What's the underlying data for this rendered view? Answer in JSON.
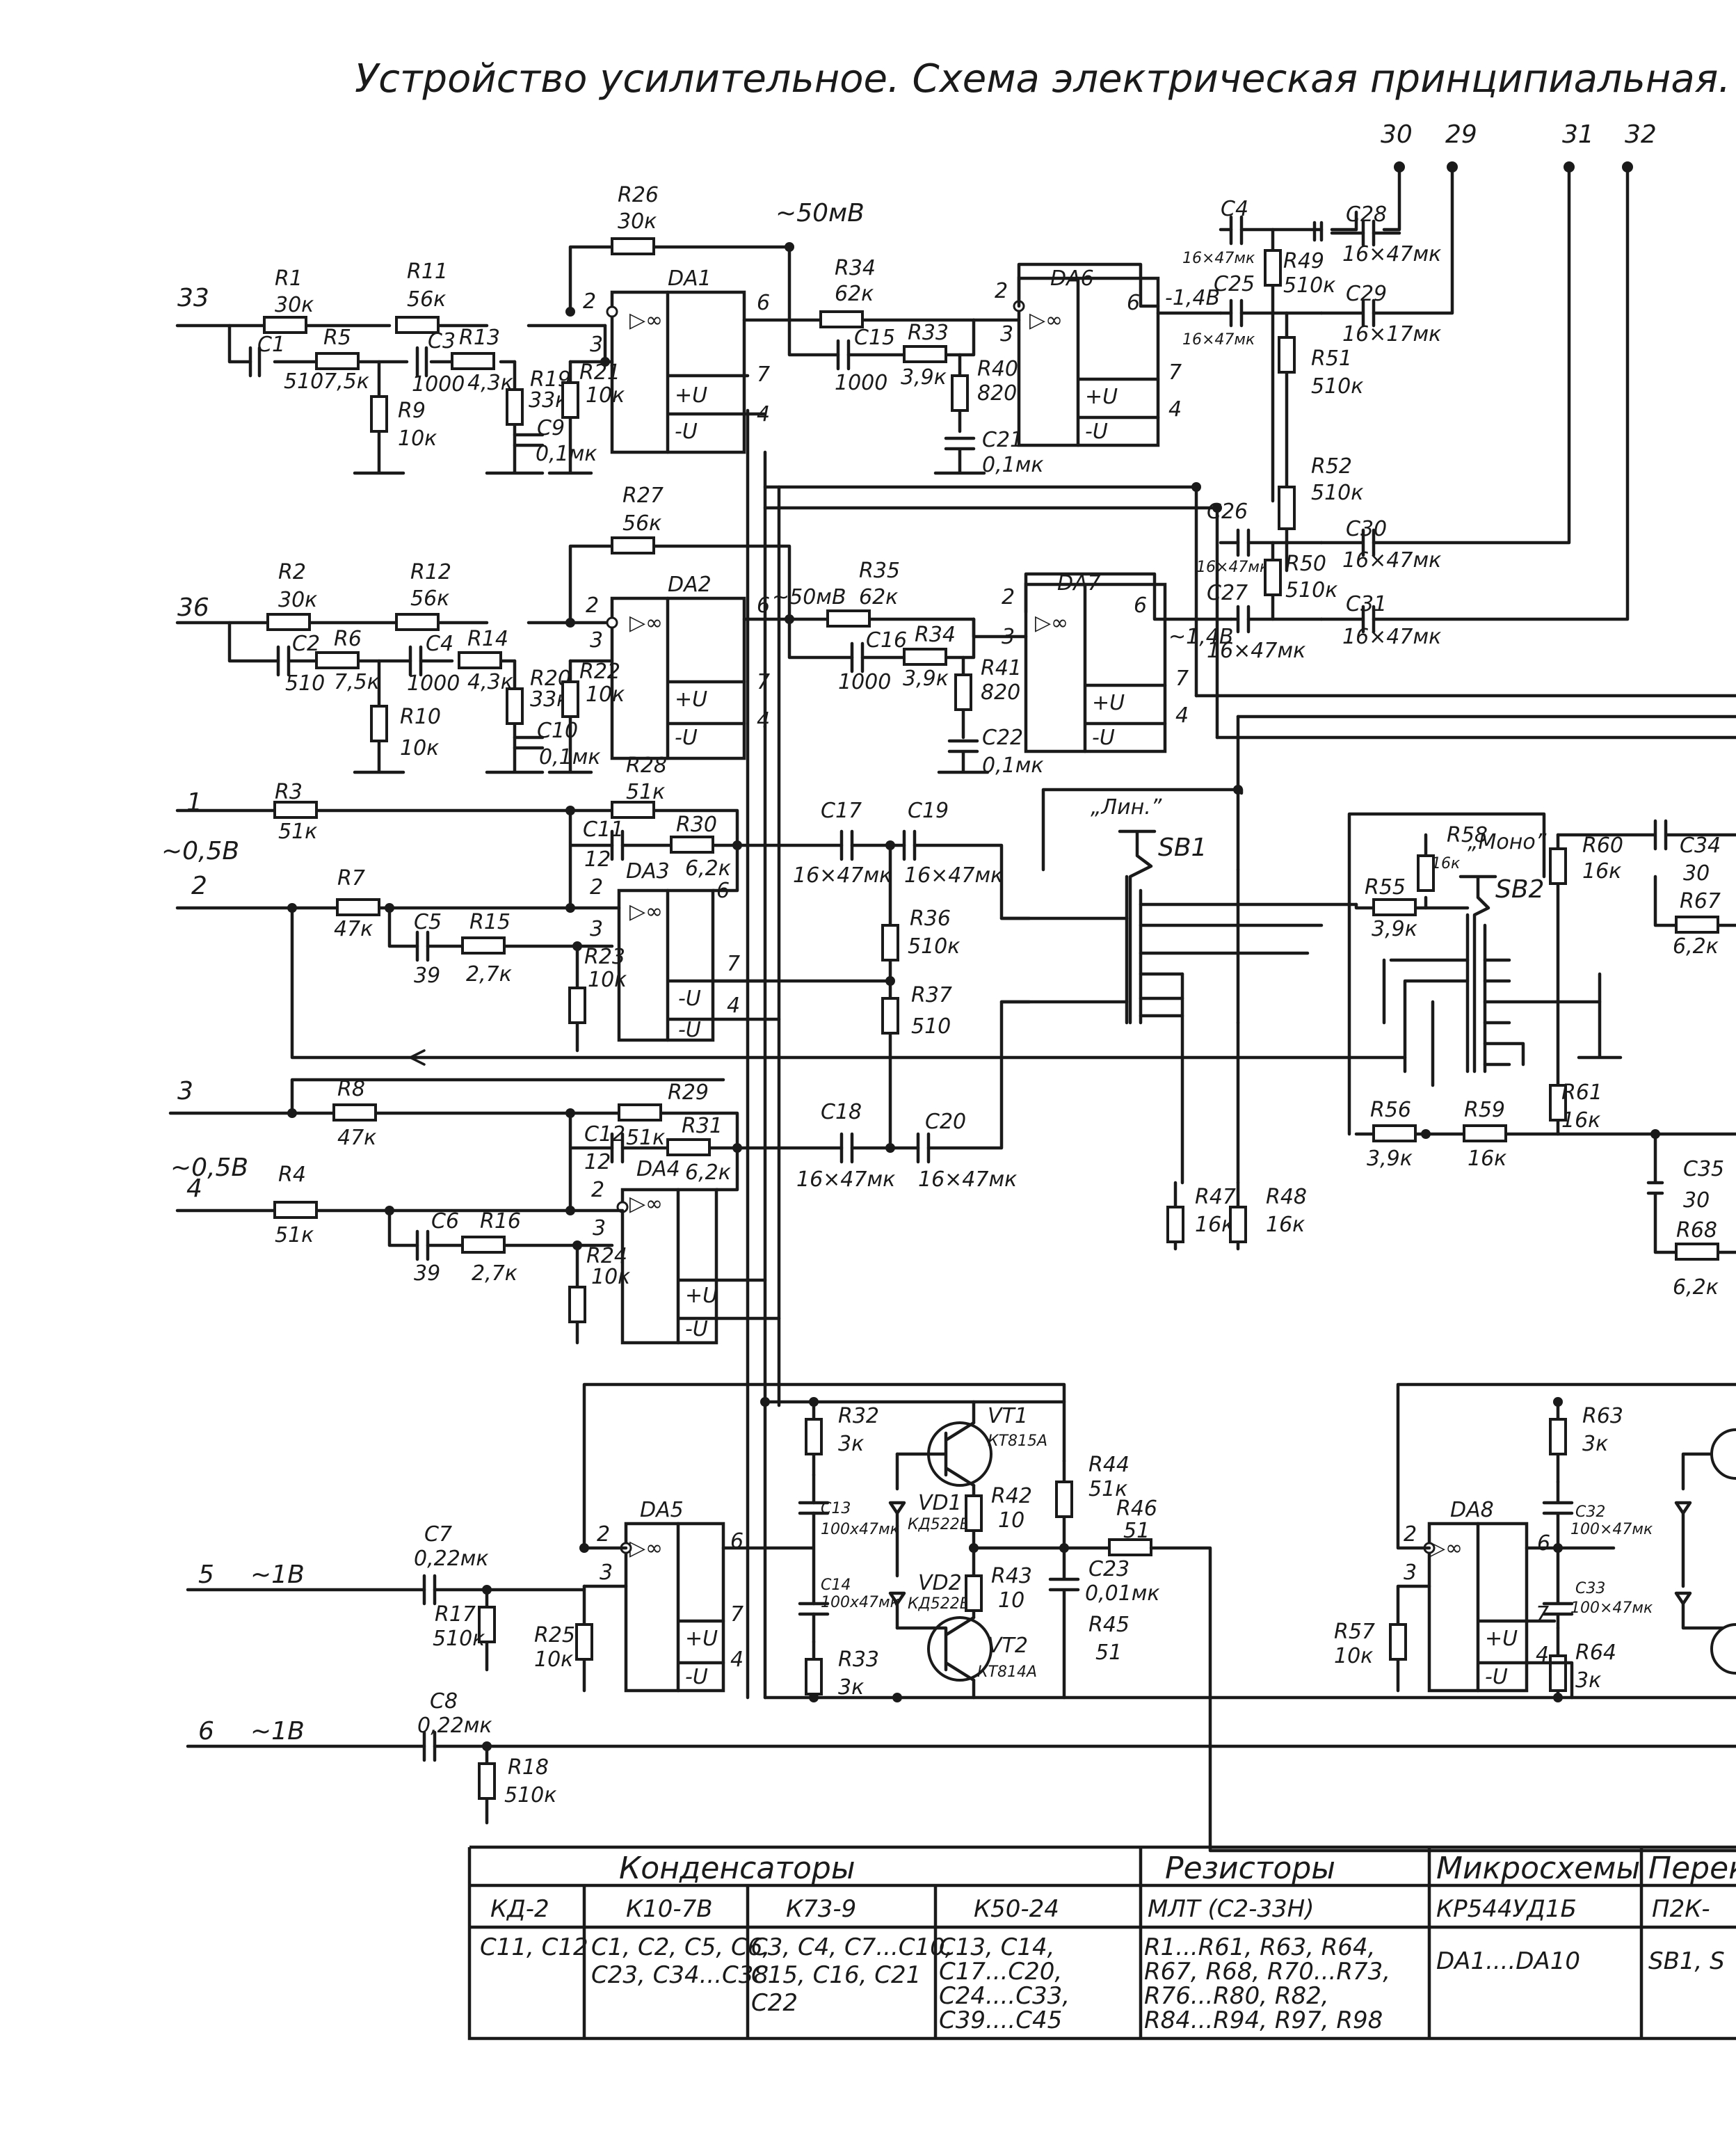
{
  "title": "Устройство усилительное. Схема электрическая принципиальная.",
  "terminals": {
    "t30": "30",
    "t29": "29",
    "t31": "31",
    "t32": "32",
    "t33": "33",
    "t36": "36",
    "t1": "1",
    "t2": "2",
    "t3": "3",
    "t4": "4",
    "t5": "5",
    "t6": "6"
  },
  "signal_levels": {
    "ch1_out": "~50мВ",
    "ch2_out": "~50мВ",
    "in1": "~0,5В",
    "in3": "~0,5В",
    "in5": "~1В",
    "in6": "~1В",
    "da6_out": "-1,4В",
    "da7_out": "~1,4В"
  },
  "chips": {
    "DA1": "DA1",
    "DA2": "DA2",
    "DA3": "DA3",
    "DA4": "DA4",
    "DA5": "DA5",
    "DA6": "DA6",
    "DA7": "DA7",
    "DA8": "DA8",
    "symbol": "▷∞",
    "plus_v": "+U",
    "minus_v": "-U"
  },
  "pins": {
    "p2": "2",
    "p3": "3",
    "p4": "4",
    "p6": "6",
    "p7": "7",
    "p12": "12"
  },
  "transistors": {
    "VT1": "VT1",
    "VT1_type": "КТ815А",
    "VT2": "VT2",
    "VT2_type": "КТ814А"
  },
  "diodes": {
    "VD1": "VD1",
    "VD1_type": "КД522Б",
    "VD2": "VD2",
    "VD2_type": "КД522Б"
  },
  "switches": {
    "SB1": "SB1",
    "SB1_mode": "„Лин.”",
    "SB2": "SB2",
    "SB2_mode": "„Моно”"
  },
  "components": {
    "R1": [
      "R1",
      "30к"
    ],
    "R2": [
      "R2",
      "30к"
    ],
    "R3": [
      "R3",
      "51к"
    ],
    "R4": [
      "R4",
      "51к"
    ],
    "R5": [
      "R5",
      "7,5к"
    ],
    "R6": [
      "R6",
      "7,5к"
    ],
    "R7": [
      "R7",
      "47к"
    ],
    "R8": [
      "R8",
      "47к"
    ],
    "R9": [
      "R9",
      "10к"
    ],
    "R10": [
      "R10",
      "10к"
    ],
    "R11": [
      "R11",
      "56к"
    ],
    "R12": [
      "R12",
      "56к"
    ],
    "R13": [
      "R13",
      "4,3к"
    ],
    "R14": [
      "R14",
      "4,3к"
    ],
    "R15": [
      "R15",
      "2,7к"
    ],
    "R16": [
      "R16",
      "2,7к"
    ],
    "R17": [
      "R17",
      "510к"
    ],
    "R18": [
      "R18",
      "510к"
    ],
    "R19": [
      "R19",
      "33к"
    ],
    "R20": [
      "R20",
      "33к"
    ],
    "R21": [
      "R21",
      "10к"
    ],
    "R22": [
      "R22",
      "10к"
    ],
    "R23": [
      "R23",
      "10к"
    ],
    "R24": [
      "R24",
      "10к"
    ],
    "R25": [
      "R25",
      "10к"
    ],
    "R26": [
      "R26",
      "30к"
    ],
    "R27": [
      "R27",
      "56к"
    ],
    "R28": [
      "R28",
      "51к"
    ],
    "R29": [
      "R29",
      "51к"
    ],
    "R30": [
      "R30",
      "6,2к"
    ],
    "R31": [
      "R31",
      "6,2к"
    ],
    "R32": [
      "R32",
      "3к"
    ],
    "R33": [
      "R33",
      "3к"
    ],
    "R34a": [
      "R34",
      "62к"
    ],
    "R34b": [
      "R34",
      "3,9к"
    ],
    "R33b": [
      "R33",
      "3,9к"
    ],
    "R35": [
      "R35",
      "62к"
    ],
    "R36": [
      "R36",
      "510к"
    ],
    "R37": [
      "R37",
      "510"
    ],
    "R40": [
      "R40",
      "820"
    ],
    "R41": [
      "R41",
      "820"
    ],
    "R42": [
      "R42",
      "10"
    ],
    "R43": [
      "R43",
      "10"
    ],
    "R44": [
      "R44",
      "51к"
    ],
    "R45": [
      "R45",
      "51"
    ],
    "R46": [
      "R46",
      "51"
    ],
    "R47": [
      "R47",
      "16к"
    ],
    "R48": [
      "R48",
      "16к"
    ],
    "R49": [
      "R49",
      "510к"
    ],
    "R50": [
      "R50",
      "510к"
    ],
    "R51": [
      "R51",
      "510к"
    ],
    "R52": [
      "R52",
      "510к"
    ],
    "R55": [
      "R55",
      "3,9к"
    ],
    "R56": [
      "R56",
      "3,9к"
    ],
    "R57": [
      "R57",
      "10к"
    ],
    "R58": [
      "R58",
      "16к"
    ],
    "R59": [
      "R59",
      "16к"
    ],
    "R60": [
      "R60",
      "16к"
    ],
    "R61": [
      "R61",
      "16к"
    ],
    "R63": [
      "R63",
      "3к"
    ],
    "R64": [
      "R64",
      "3к"
    ],
    "R67": [
      "R67",
      "6,2к"
    ],
    "R68": [
      "R68",
      "6,2к"
    ],
    "C1": [
      "C1",
      "510"
    ],
    "C2": [
      "C2",
      "510"
    ],
    "C3": [
      "C3",
      "1000"
    ],
    "C4b": [
      "C4",
      "1000"
    ],
    "C5": [
      "C5",
      "39"
    ],
    "C6": [
      "C6",
      "39"
    ],
    "C7": [
      "C7",
      "0,22мк"
    ],
    "C8": [
      "C8",
      "0,22мк"
    ],
    "C9": [
      "C9",
      "0,1мк"
    ],
    "C10": [
      "C10",
      "0,1мк"
    ],
    "C11": [
      "C11",
      ""
    ],
    "C12": [
      "C12",
      ""
    ],
    "C13": [
      "C13",
      "100х47мк"
    ],
    "C14": [
      "C14",
      "100х47мк"
    ],
    "C15": [
      "C15",
      "1000"
    ],
    "C16": [
      "C16",
      "1000"
    ],
    "C17": [
      "C17",
      "16×47мк"
    ],
    "C18": [
      "C18",
      "16×47мк"
    ],
    "C19": [
      "C19",
      "16×47мк"
    ],
    "C20": [
      "C20",
      "16×47мк"
    ],
    "C21": [
      "C21",
      "0,1мк"
    ],
    "C22": [
      "C22",
      "0,1мк"
    ],
    "C23": [
      "C23",
      "0,01мк"
    ],
    "C4": [
      "C4",
      "16×47мк"
    ],
    "C25": [
      "C25",
      "16×47мк"
    ],
    "C26": [
      "C26",
      "16×47мк"
    ],
    "C27": [
      "C27",
      "16×47мк"
    ],
    "C28": [
      "C28",
      "16×47мк"
    ],
    "C29": [
      "C29",
      "16×17мк"
    ],
    "C30": [
      "C30",
      "16×47мк"
    ],
    "C31": [
      "C31",
      "16×47мк"
    ],
    "C32": [
      "C32",
      "100×47мк"
    ],
    "C33": [
      "C33",
      "100×47мк"
    ],
    "C34": [
      "C34",
      "30"
    ],
    "C35": [
      "C35",
      "30"
    ]
  },
  "parts_table": {
    "headers": [
      "Конденсаторы",
      "Резисторы",
      "Микросхемы",
      "Перек"
    ],
    "subheaders": [
      "КД-2",
      "К10-7В",
      "К73-9",
      "К50-24",
      "МЛТ (С2-33Н)",
      "КР544УД1Б",
      "П2К-"
    ],
    "row": [
      [
        "С11, С12"
      ],
      [
        "С1, С2, С5, С6,",
        "С23, С34...С38"
      ],
      [
        "С3, С4, С7...С10,",
        "С15, С16, С21",
        "С22"
      ],
      [
        "С13, С14,",
        "С17...С20,",
        "С24....С33,",
        "С39....С45"
      ],
      [
        "R1...R61, R63, R64,",
        "R67, R68, R70...R73,",
        "R76...R80, R82,",
        "R84...R94, R97, R98"
      ],
      [
        "DA1....DA10"
      ],
      [
        "SB1, S"
      ]
    ]
  }
}
